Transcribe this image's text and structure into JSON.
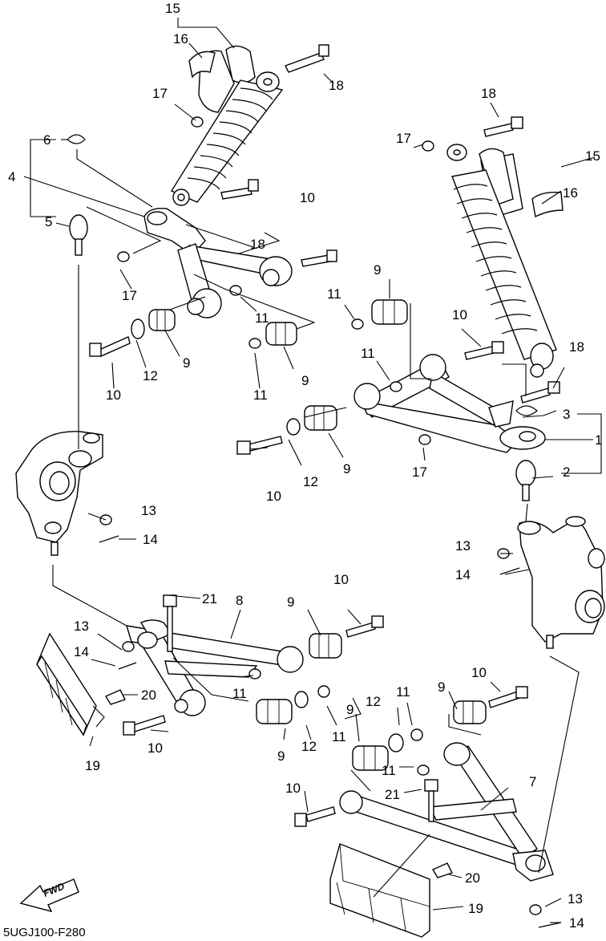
{
  "diagram_code": "5UGJ100-F280",
  "fwd_label": "FWD",
  "callouts": {
    "c1": "1",
    "c2": "2",
    "c3": "3",
    "c4": "4",
    "c5": "5",
    "c6": "6",
    "c7": "7",
    "c8": "8",
    "c9a": "9",
    "c9b": "9",
    "c9c": "9",
    "c9d": "9",
    "c9e": "9",
    "c9f": "9",
    "c9g": "9",
    "c9h": "9",
    "c10a": "10",
    "c10b": "10",
    "c10c": "10",
    "c10d": "10",
    "c10e": "10",
    "c10f": "10",
    "c10g": "10",
    "c10h": "10",
    "c11a": "11",
    "c11b": "11",
    "c11c": "11",
    "c11d": "11",
    "c11e": "11",
    "c11f": "11",
    "c11g": "11",
    "c11h": "11",
    "c12a": "12",
    "c12b": "12",
    "c12c": "12",
    "c12d": "12",
    "c13a": "13",
    "c13b": "13",
    "c13c": "13",
    "c13d": "13",
    "c14a": "14",
    "c14b": "14",
    "c14c": "14",
    "c14d": "14",
    "c15a": "15",
    "c15b": "15",
    "c16a": "16",
    "c16b": "16",
    "c17a": "17",
    "c17b": "17",
    "c17c": "17",
    "c17d": "17",
    "c18a": "18",
    "c18b": "18",
    "c18c": "18",
    "c18d": "18",
    "c19a": "19",
    "c19b": "19",
    "c20a": "20",
    "c20b": "20",
    "c21a": "21",
    "c21b": "21"
  }
}
